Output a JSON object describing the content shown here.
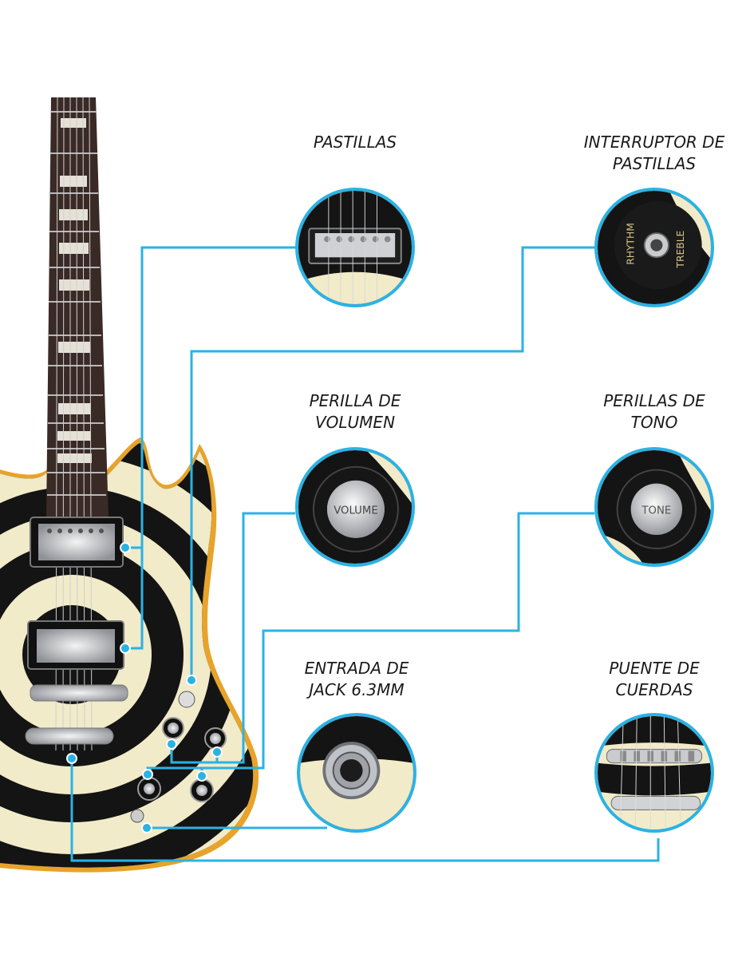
{
  "callouts": {
    "pickups": {
      "line1": "PASTILLAS",
      "line2": ""
    },
    "pickup_switch": {
      "line1": "INTERRUPTOR DE",
      "line2": "PASTILLAS",
      "switch_left": "RHYTHM",
      "switch_right": "TREBLE"
    },
    "volume_knob": {
      "line1": "PERILLA DE",
      "line2": "VOLUMEN",
      "knob_text": "VOLUME"
    },
    "tone_knobs": {
      "line1": "PERILLAS DE",
      "line2": "TONO",
      "knob_text": "TONE"
    },
    "jack_input": {
      "line1": "ENTRADA DE",
      "line2": "JACK 6.3MM"
    },
    "bridge": {
      "line1": "PUENTE DE",
      "line2": "CUERDAS"
    }
  },
  "colors": {
    "leader_line": "#2bb2e4",
    "body_cream": "#f1ebc9",
    "body_black": "#141414",
    "binding_orange": "#e8a32a",
    "fretboard": "#3a2a26",
    "chrome": "#c9cbcf"
  },
  "icons": [
    "guitar-illustration",
    "pickup-thumbnail",
    "switch-thumbnail",
    "volume-knob-thumbnail",
    "tone-knob-thumbnail",
    "jack-thumbnail",
    "bridge-thumbnail"
  ]
}
